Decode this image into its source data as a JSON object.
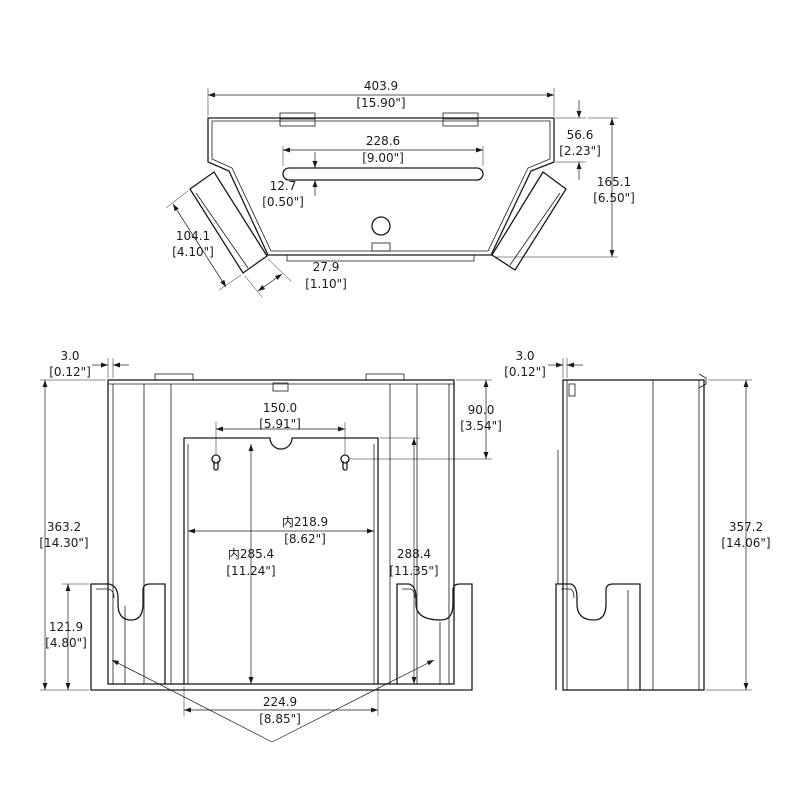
{
  "top_view": {
    "overall_width": "403.9",
    "overall_width_in": "[15.90\"]",
    "slot_length": "228.6",
    "slot_length_in": "[9.00\"]",
    "slot_width": "12.7",
    "slot_width_in": "[0.50\"]",
    "side_offset": "56.6",
    "side_offset_in": "[2.23\"]",
    "depth": "165.1",
    "depth_in": "[6.50\"]",
    "pocket_length": "104.1",
    "pocket_length_in": "[4.10\"]",
    "pocket_width": "27.9",
    "pocket_width_in": "[1.10\"]"
  },
  "front_view": {
    "wall_thickness": "3.0",
    "wall_thickness_in": "[0.12\"]",
    "overall_height": "363.2",
    "overall_height_in": "[14.30\"]",
    "hole_spacing": "150.0",
    "hole_spacing_in": "[5.91\"]",
    "hole_drop": "90.0",
    "hole_drop_in": "[3.54\"]",
    "inner_width": "内218.9",
    "inner_width_in": "[8.62\"]",
    "inner_height": "内285.4",
    "inner_height_in": "[11.24\"]",
    "opening_height": "288.4",
    "opening_height_in": "[11.35\"]",
    "pocket_height": "121.9",
    "pocket_height_in": "[4.80\"]",
    "bottom_width": "224.9",
    "bottom_width_in": "[8.85\"]"
  },
  "side_view": {
    "wall_thickness": "3.0",
    "wall_thickness_in": "[0.12\"]",
    "height": "357.2",
    "height_in": "[14.06\"]"
  }
}
